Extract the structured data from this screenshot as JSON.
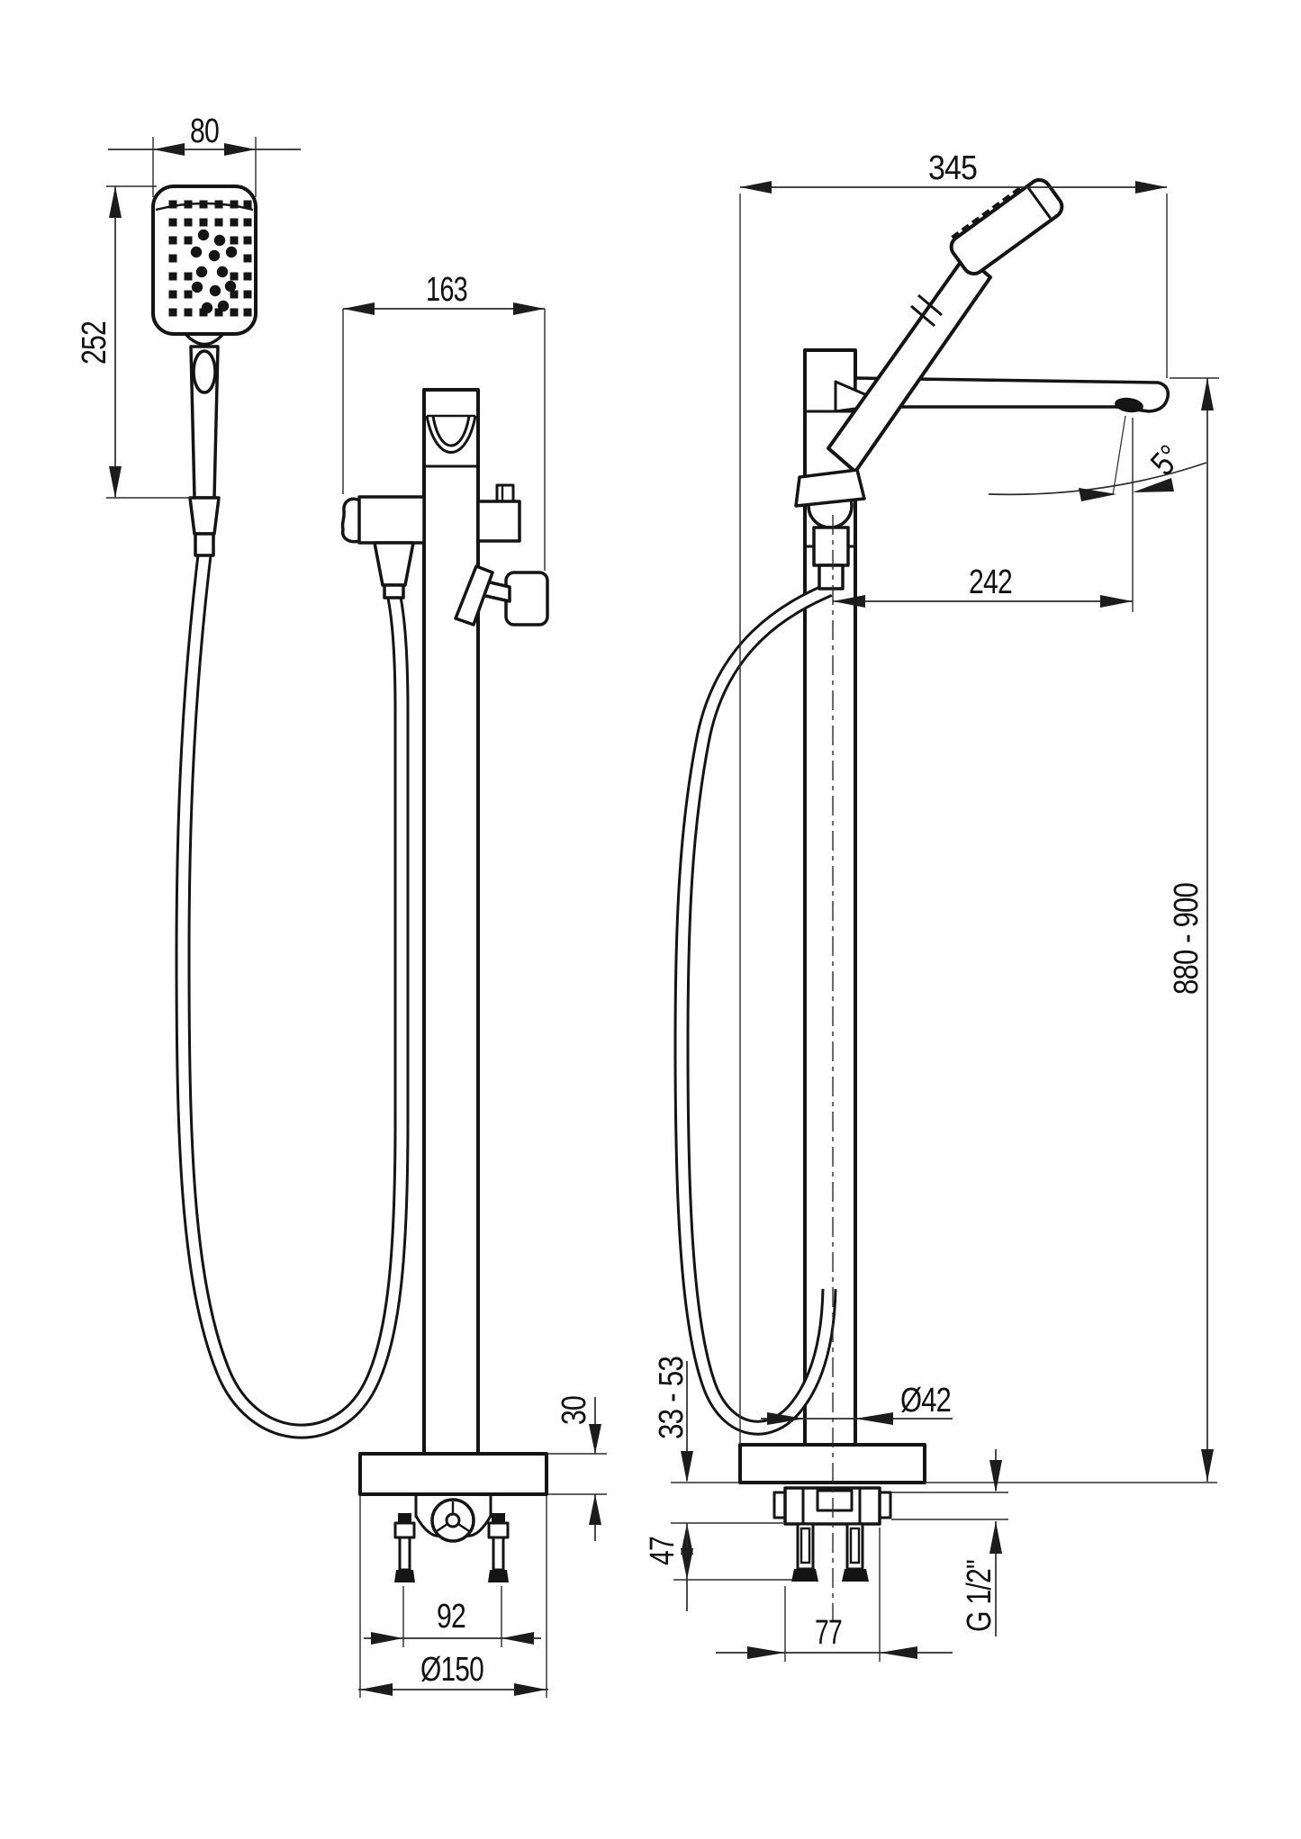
{
  "dimensions": {
    "front": {
      "head_width": "80",
      "hand_shower_length": "252",
      "fixture_width": "163",
      "base_plate_height": "30",
      "anchor_spacing": "92",
      "base_plate_diameter": "Ø150"
    },
    "side": {
      "overall_depth": "345",
      "spout_tilt_angle": "5°",
      "spout_reach": "242",
      "overall_height": "880 - 900",
      "floor_adjustment_range": "33 - 53",
      "riser_diameter": "Ø42",
      "anchor_depth": "47",
      "bracket_width": "77",
      "water_connection": "G 1/2\""
    }
  }
}
